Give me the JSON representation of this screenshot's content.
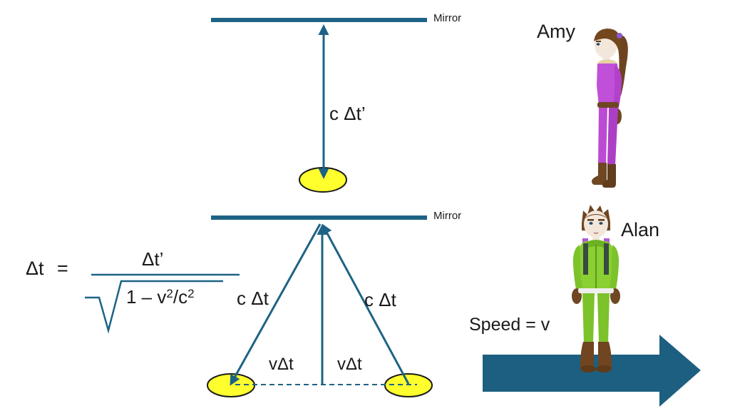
{
  "colors": {
    "line_teal": "#1E6385",
    "arrow_teal": "#1D5F80",
    "bulb_yellow": "#FFFF2E",
    "bulb_outline": "#1a1a1a"
  },
  "stationary_clock": {
    "mirror_label": "Mirror",
    "beam_label": "c Δt’"
  },
  "moving_clock": {
    "mirror_label": "Mirror",
    "left_beam_label": "c Δt",
    "right_beam_label": "c Δt",
    "left_base_label": "vΔt",
    "right_base_label": "vΔt"
  },
  "formula": {
    "lhs": "Δt",
    "equals": "=",
    "numerator": "Δt’",
    "denom_pre": "1 – v",
    "denom_sup1": "2",
    "denom_mid": "/c",
    "denom_sup2": "2"
  },
  "amy": {
    "name": "Amy"
  },
  "alan": {
    "name": "Alan"
  },
  "speed_label": "Speed = v"
}
